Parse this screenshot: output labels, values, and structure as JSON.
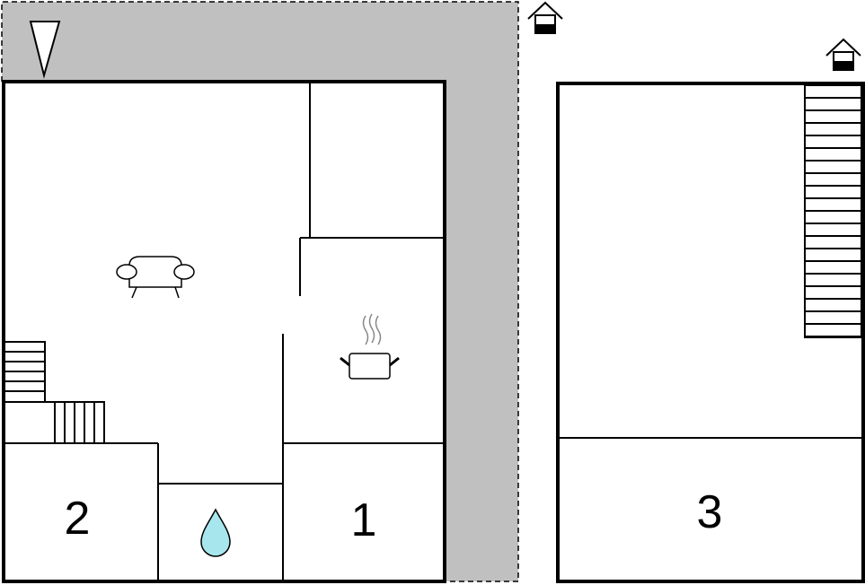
{
  "floor_plan": {
    "rooms": [
      {
        "id": "bedroom-2",
        "label": "2"
      },
      {
        "id": "bedroom-1",
        "label": "1"
      },
      {
        "id": "bedroom-3",
        "label": "3"
      }
    ],
    "icons": [
      {
        "name": "north-arrow-icon"
      },
      {
        "name": "house-floor-indicator-icon"
      },
      {
        "name": "sofa-icon"
      },
      {
        "name": "cooking-pot-icon"
      },
      {
        "name": "water-drop-icon"
      }
    ],
    "colors": {
      "terrace": "#c0c0c0",
      "water": "#a8e6ee",
      "wall": "#000000",
      "background": "#ffffff"
    }
  }
}
